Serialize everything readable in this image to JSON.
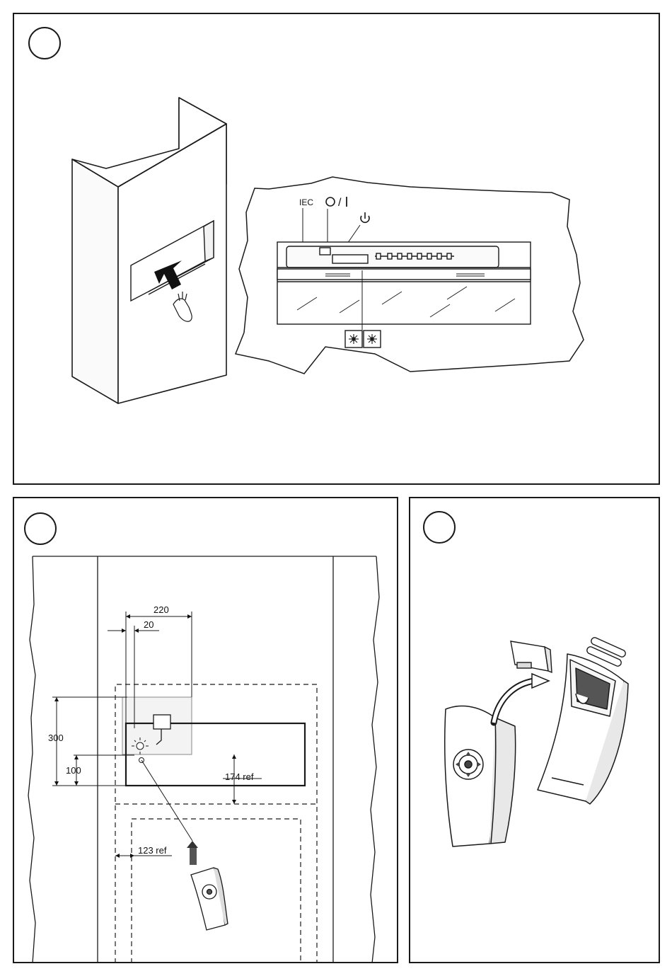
{
  "panel_1": {
    "labels": {
      "iec": "IEC",
      "power_switch": "O / I",
      "standby_symbol": "standby-icon",
      "button_symbol": "sun-button-icon"
    }
  },
  "panel_2": {
    "dimensions": {
      "d_220": "220",
      "d_20": "20",
      "d_300": "300",
      "d_100": "100",
      "d_174": "174 ref",
      "d_123": "123 ref"
    }
  },
  "panel_3": {},
  "colors": {
    "line": "#1a1a1a",
    "gray_fill": "#e6e6e6",
    "dark_fill": "#3a3a3a"
  }
}
